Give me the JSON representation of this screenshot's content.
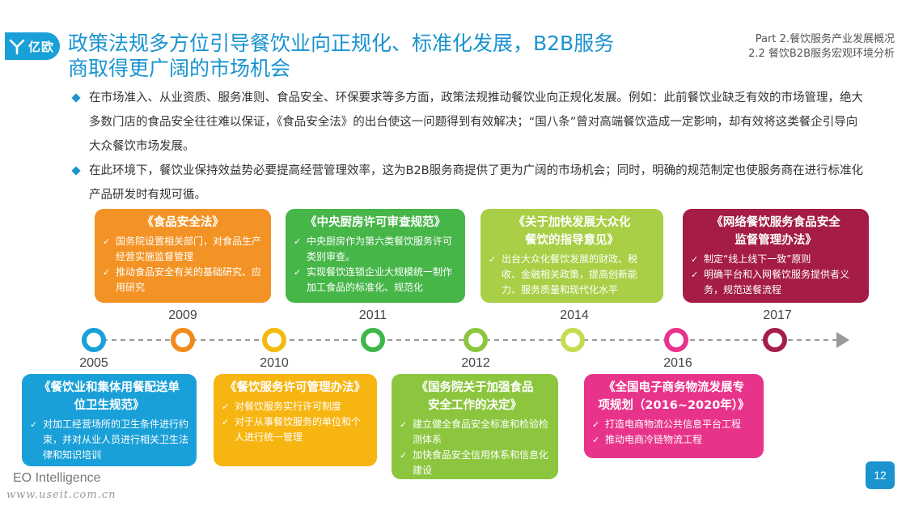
{
  "logo": {
    "text": "亿欧",
    "icon": "eo-logo-icon"
  },
  "header": {
    "title_line1": "政策法规多方位引导餐饮业向正规化、标准化发展，B2B服务",
    "title_line2": "商取得更广阔的市场机会",
    "part_line1": "Part 2.餐饮服务产业发展概况",
    "part_line2": "2.2 餐饮B2B服务宏观环境分析"
  },
  "bullets": [
    "在市场准入、从业资质、服务准则、食品安全、环保要求等多方面，政策法规推动餐饮业向正规化发展。例如：此前餐饮业缺乏有效的市场管理，绝大多数门店的食品安全往往难以保证，《食品安全法》的出台使这一问题得到有效解决；“国八条”曾对高端餐饮造成一定影响，却有效将这类餐企引导向大众餐饮市场发展。",
    "在此环境下，餐饮业保持效益势必要提高经营管理效率，这为B2B服务商提供了更为广阔的市场机会；同时，明确的规范制定也使服务商在进行标准化产品研发时有规可循。"
  ],
  "timeline": {
    "years_top": [
      "2009",
      "2011",
      "2014",
      "2017"
    ],
    "years_bottom": [
      "2005",
      "2010",
      "2012",
      "2016"
    ],
    "node_colors": [
      "#1aa0d8",
      "#f08a1c",
      "#f5b90f",
      "#3db64a",
      "#8cc63f",
      "#c6dc4e",
      "#e8338a",
      "#a31f4b"
    ],
    "line_color": "#9a9a9a"
  },
  "cards_top": [
    {
      "title": "《食品安全法》",
      "color": "#f39325",
      "items": [
        "国务院设置相关部门，对食品生产经营实施监督管理",
        "推动食品安全有关的基础研究、应用研究"
      ]
    },
    {
      "title": "《中央厨房许可审查规范》",
      "color": "#47b649",
      "items": [
        "中央厨房作为第六类餐饮服务许可类别审查。",
        "实现餐饮连锁企业大规模统一制作加工食品的标准化、规范化"
      ]
    },
    {
      "title": "《关于加快发展大众化餐饮的指导意见》",
      "title_a": "《关于加快发展大众化",
      "title_b": "餐饮的指导意见》",
      "color": "#a8cf45",
      "items": [
        "出台大众化餐饮发展的财政、税收、金融相关政策，提高创新能力、服务质量和现代化水平"
      ]
    },
    {
      "title_a": "《网络餐饮服务食品安全",
      "title_b": "监督管理办法》",
      "color": "#a51c45",
      "items": [
        "制定“线上线下一致”原则",
        "明确平台和入网餐饮服务提供者义务，规范送餐流程"
      ]
    }
  ],
  "cards_bottom": [
    {
      "title_a": "《餐饮业和集体用餐配送单",
      "title_b": "位卫生规范》",
      "color": "#1aa0d8",
      "items": [
        "对加工经营场所的卫生条件进行约束，并对从业人员进行相关卫生法律和知识培训"
      ]
    },
    {
      "title": "《餐饮服务许可管理办法》",
      "color": "#f7b512",
      "items": [
        "对餐饮服务实行许可制度",
        "对于从事餐饮服务的单位和个人进行统一管理"
      ]
    },
    {
      "title_a": "《国务院关于加强食品",
      "title_b": "安全工作的决定》",
      "color": "#8cc63f",
      "items": [
        "建立健全食品安全标准和检验检测体系",
        "加快食品安全信用体系和信息化建设"
      ]
    },
    {
      "title_a": "《全国电子商务物流发展专",
      "title_b": "项规划（2016~2020年）》",
      "color": "#e8338a",
      "items": [
        "打造电商物流公共信息平台工程",
        "推动电商冷链物流工程"
      ]
    }
  ],
  "footer": {
    "brand": "EO Intelligence",
    "url": "www.useit.com.cn",
    "page_number": "12"
  }
}
